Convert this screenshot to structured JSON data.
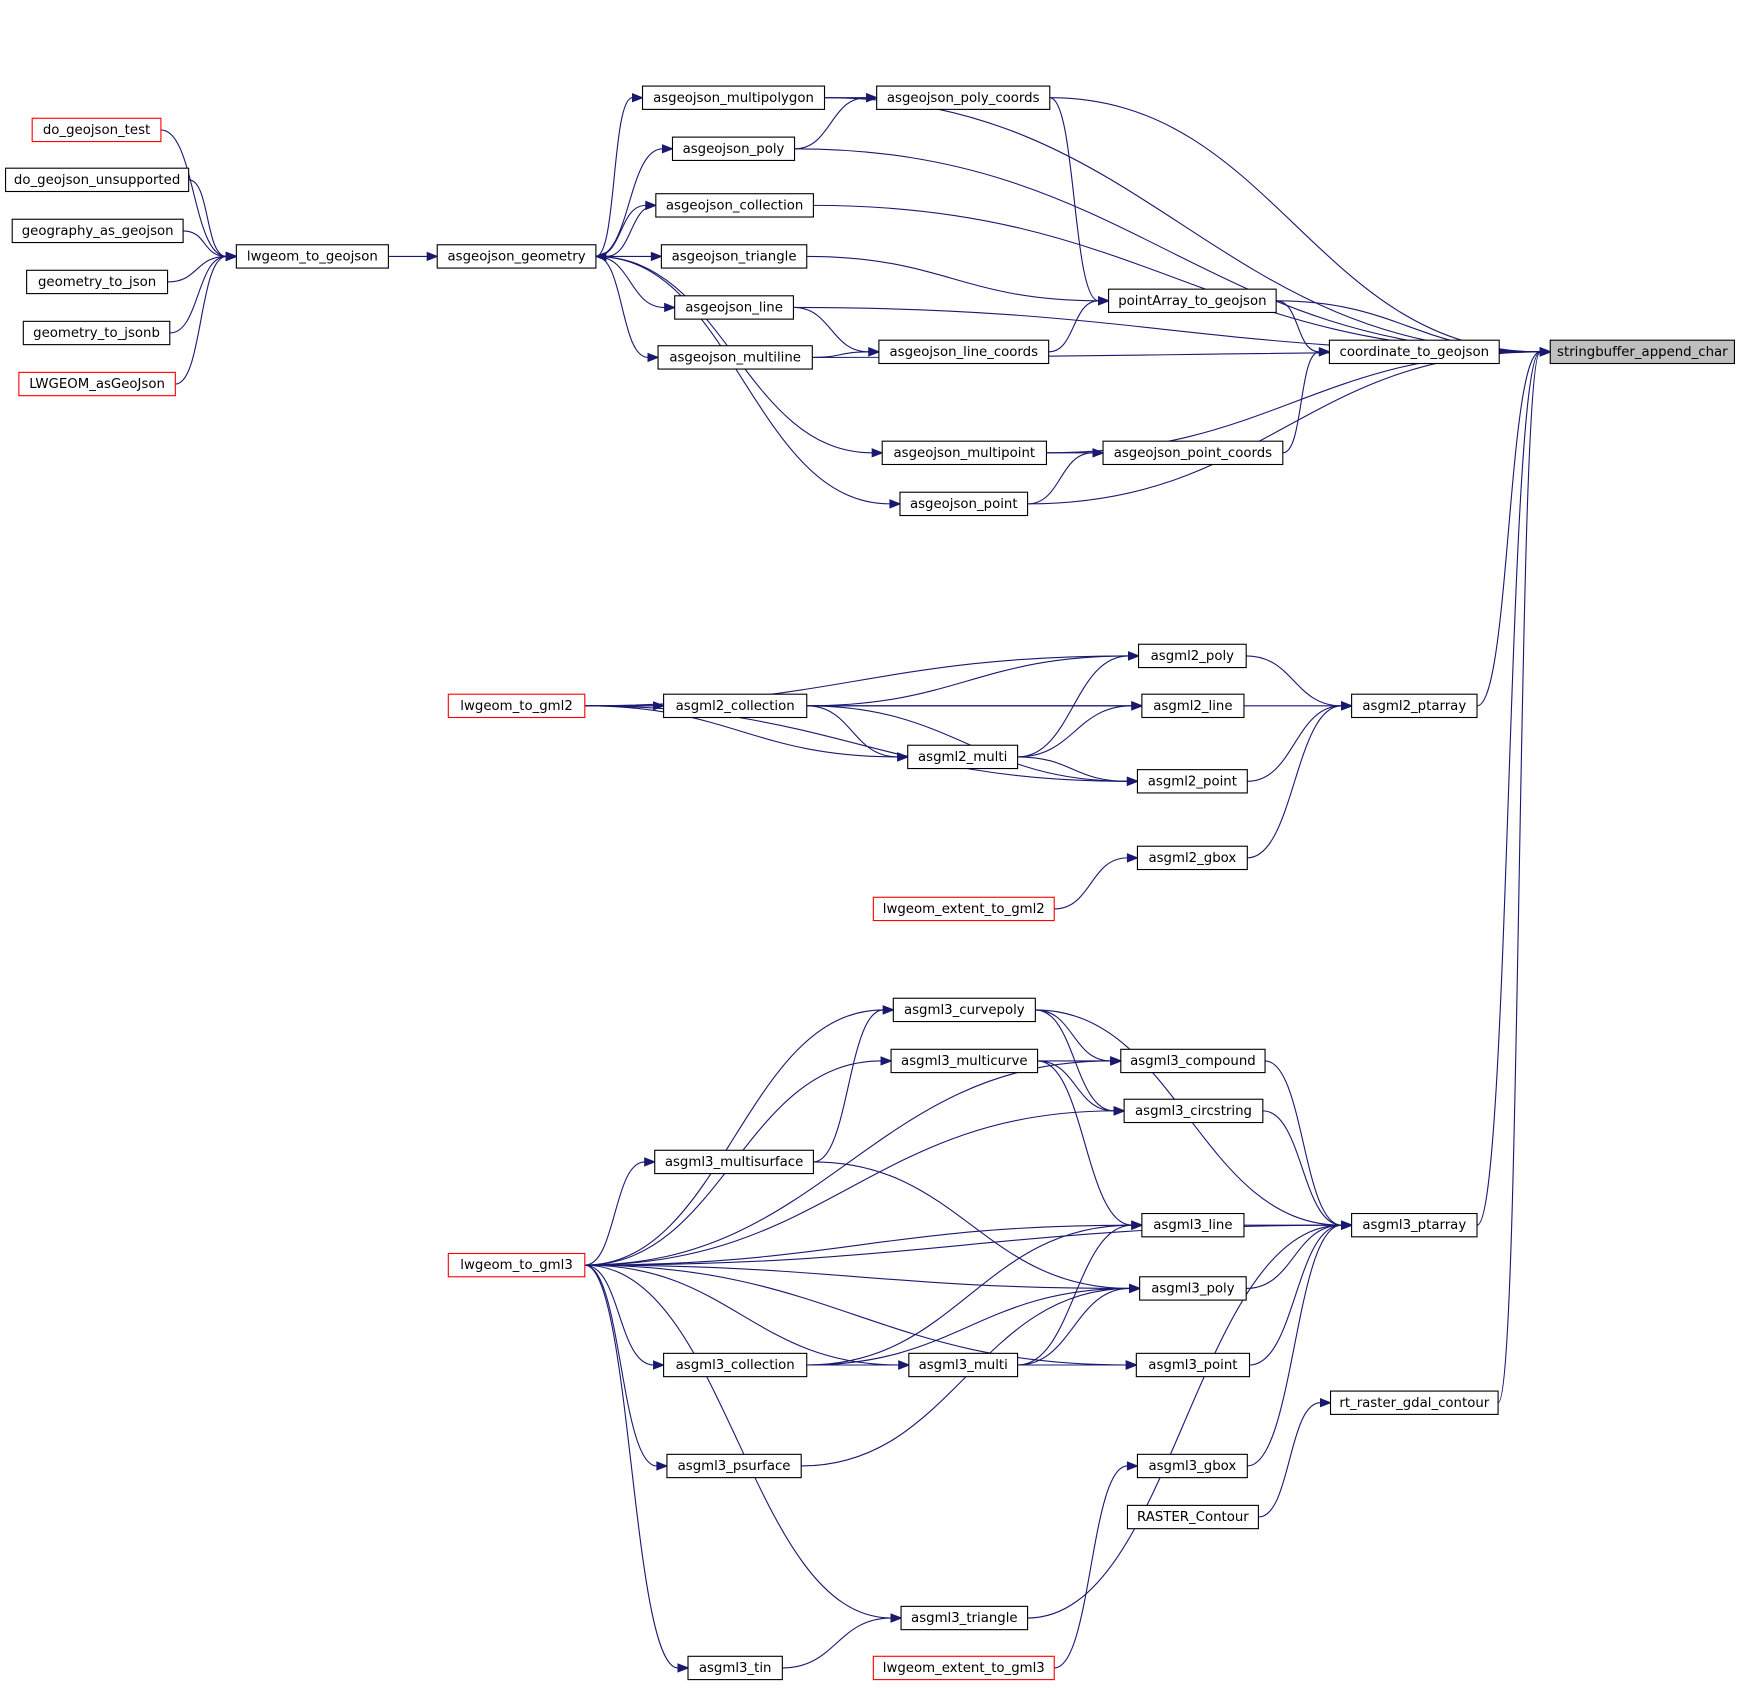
{
  "graph": {
    "type": "caller-graph",
    "edge_color": "#191970",
    "highlight_fill": "#bfbfbf",
    "truncated_border_color": "#ff0000"
  },
  "nodes": [
    {
      "id": "stringbuffer_append_char",
      "label": "stringbuffer_append_char",
      "highlight": true
    },
    {
      "id": "coordinate_to_geojson",
      "label": "coordinate_to_geojson"
    },
    {
      "id": "pointArray_to_geojson",
      "label": "pointArray_to_geojson"
    },
    {
      "id": "asgeojson_point_coords",
      "label": "asgeojson_point_coords"
    },
    {
      "id": "asgeojson_poly_coords",
      "label": "asgeojson_poly_coords"
    },
    {
      "id": "asgeojson_line_coords",
      "label": "asgeojson_line_coords"
    },
    {
      "id": "asgeojson_multipolygon",
      "label": "asgeojson_multipolygon"
    },
    {
      "id": "asgeojson_poly",
      "label": "asgeojson_poly"
    },
    {
      "id": "asgeojson_collection",
      "label": "asgeojson_collection"
    },
    {
      "id": "asgeojson_triangle",
      "label": "asgeojson_triangle"
    },
    {
      "id": "asgeojson_line",
      "label": "asgeojson_line"
    },
    {
      "id": "asgeojson_multiline",
      "label": "asgeojson_multiline"
    },
    {
      "id": "asgeojson_multipoint",
      "label": "asgeojson_multipoint"
    },
    {
      "id": "asgeojson_point",
      "label": "asgeojson_point"
    },
    {
      "id": "asgeojson_geometry",
      "label": "asgeojson_geometry"
    },
    {
      "id": "lwgeom_to_geojson",
      "label": "lwgeom_to_geojson"
    },
    {
      "id": "do_geojson_test",
      "label": "do_geojson_test",
      "truncated": true
    },
    {
      "id": "do_geojson_unsupported",
      "label": "do_geojson_unsupported"
    },
    {
      "id": "geography_as_geojson",
      "label": "geography_as_geojson"
    },
    {
      "id": "geometry_to_json",
      "label": "geometry_to_json"
    },
    {
      "id": "geometry_to_jsonb",
      "label": "geometry_to_jsonb"
    },
    {
      "id": "LWGEOM_asGeoJson",
      "label": "LWGEOM_asGeoJson",
      "truncated": true
    },
    {
      "id": "asgml2_poly",
      "label": "asgml2_poly"
    },
    {
      "id": "asgml2_line",
      "label": "asgml2_line"
    },
    {
      "id": "asgml2_ptarray",
      "label": "asgml2_ptarray"
    },
    {
      "id": "asgml2_collection",
      "label": "asgml2_collection"
    },
    {
      "id": "asgml2_multi",
      "label": "asgml2_multi"
    },
    {
      "id": "asgml2_point",
      "label": "asgml2_point"
    },
    {
      "id": "asgml2_gbox",
      "label": "asgml2_gbox"
    },
    {
      "id": "lwgeom_extent_to_gml2",
      "label": "lwgeom_extent_to_gml2",
      "truncated": true
    },
    {
      "id": "lwgeom_to_gml2",
      "label": "lwgeom_to_gml2",
      "truncated": true
    },
    {
      "id": "asgml3_curvepoly",
      "label": "asgml3_curvepoly"
    },
    {
      "id": "asgml3_multicurve",
      "label": "asgml3_multicurve"
    },
    {
      "id": "asgml3_compound",
      "label": "asgml3_compound"
    },
    {
      "id": "asgml3_circstring",
      "label": "asgml3_circstring"
    },
    {
      "id": "asgml3_multisurface",
      "label": "asgml3_multisurface"
    },
    {
      "id": "asgml3_line",
      "label": "asgml3_line"
    },
    {
      "id": "asgml3_ptarray",
      "label": "asgml3_ptarray"
    },
    {
      "id": "lwgeom_to_gml3",
      "label": "lwgeom_to_gml3",
      "truncated": true
    },
    {
      "id": "asgml3_poly",
      "label": "asgml3_poly"
    },
    {
      "id": "asgml3_collection",
      "label": "asgml3_collection"
    },
    {
      "id": "asgml3_multi",
      "label": "asgml3_multi"
    },
    {
      "id": "asgml3_point",
      "label": "asgml3_point"
    },
    {
      "id": "rt_raster_gdal_contour",
      "label": "rt_raster_gdal_contour"
    },
    {
      "id": "asgml3_psurface",
      "label": "asgml3_psurface"
    },
    {
      "id": "asgml3_gbox",
      "label": "asgml3_gbox"
    },
    {
      "id": "RASTER_Contour",
      "label": "RASTER_Contour"
    },
    {
      "id": "asgml3_triangle",
      "label": "asgml3_triangle"
    },
    {
      "id": "asgml3_tin",
      "label": "asgml3_tin"
    },
    {
      "id": "lwgeom_extent_to_gml3",
      "label": "lwgeom_extent_to_gml3",
      "truncated": true
    }
  ],
  "edges": [
    [
      "do_geojson_test",
      "lwgeom_to_geojson"
    ],
    [
      "do_geojson_unsupported",
      "lwgeom_to_geojson"
    ],
    [
      "geography_as_geojson",
      "lwgeom_to_geojson"
    ],
    [
      "geometry_to_json",
      "lwgeom_to_geojson"
    ],
    [
      "geometry_to_jsonb",
      "lwgeom_to_geojson"
    ],
    [
      "LWGEOM_asGeoJson",
      "lwgeom_to_geojson"
    ],
    [
      "lwgeom_to_geojson",
      "asgeojson_geometry"
    ],
    [
      "asgeojson_geometry",
      "asgeojson_multipolygon"
    ],
    [
      "asgeojson_geometry",
      "asgeojson_poly"
    ],
    [
      "asgeojson_geometry",
      "asgeojson_collection"
    ],
    [
      "asgeojson_geometry",
      "asgeojson_triangle"
    ],
    [
      "asgeojson_geometry",
      "asgeojson_line"
    ],
    [
      "asgeojson_geometry",
      "asgeojson_multiline"
    ],
    [
      "asgeojson_geometry",
      "asgeojson_multipoint"
    ],
    [
      "asgeojson_geometry",
      "asgeojson_point"
    ],
    [
      "asgeojson_collection",
      "asgeojson_geometry"
    ],
    [
      "asgeojson_multipolygon",
      "asgeojson_poly_coords"
    ],
    [
      "asgeojson_poly",
      "asgeojson_poly_coords"
    ],
    [
      "asgeojson_line",
      "asgeojson_line_coords"
    ],
    [
      "asgeojson_multiline",
      "asgeojson_line_coords"
    ],
    [
      "asgeojson_multipoint",
      "asgeojson_point_coords"
    ],
    [
      "asgeojson_point",
      "asgeojson_point_coords"
    ],
    [
      "asgeojson_poly_coords",
      "pointArray_to_geojson"
    ],
    [
      "asgeojson_triangle",
      "pointArray_to_geojson"
    ],
    [
      "asgeojson_line_coords",
      "pointArray_to_geojson"
    ],
    [
      "pointArray_to_geojson",
      "coordinate_to_geojson"
    ],
    [
      "asgeojson_point_coords",
      "coordinate_to_geojson"
    ],
    [
      "coordinate_to_geojson",
      "stringbuffer_append_char"
    ],
    [
      "pointArray_to_geojson",
      "stringbuffer_append_char"
    ],
    [
      "asgeojson_multipolygon",
      "stringbuffer_append_char"
    ],
    [
      "asgeojson_poly_coords",
      "stringbuffer_append_char"
    ],
    [
      "asgeojson_poly",
      "stringbuffer_append_char"
    ],
    [
      "asgeojson_collection",
      "stringbuffer_append_char"
    ],
    [
      "asgeojson_line",
      "stringbuffer_append_char"
    ],
    [
      "asgeojson_multiline",
      "stringbuffer_append_char"
    ],
    [
      "asgeojson_multipoint",
      "stringbuffer_append_char"
    ],
    [
      "asgeojson_point",
      "stringbuffer_append_char"
    ],
    [
      "lwgeom_to_gml2",
      "asgml2_collection"
    ],
    [
      "lwgeom_to_gml2",
      "asgml2_poly"
    ],
    [
      "lwgeom_to_gml2",
      "asgml2_line"
    ],
    [
      "lwgeom_to_gml2",
      "asgml2_multi"
    ],
    [
      "lwgeom_to_gml2",
      "asgml2_point"
    ],
    [
      "asgml2_collection",
      "asgml2_poly"
    ],
    [
      "asgml2_collection",
      "asgml2_line"
    ],
    [
      "asgml2_collection",
      "asgml2_multi"
    ],
    [
      "asgml2_collection",
      "asgml2_point"
    ],
    [
      "asgml2_multi",
      "asgml2_poly"
    ],
    [
      "asgml2_multi",
      "asgml2_line"
    ],
    [
      "asgml2_multi",
      "asgml2_point"
    ],
    [
      "asgml2_poly",
      "asgml2_ptarray"
    ],
    [
      "asgml2_line",
      "asgml2_ptarray"
    ],
    [
      "asgml2_point",
      "asgml2_ptarray"
    ],
    [
      "asgml2_gbox",
      "asgml2_ptarray"
    ],
    [
      "lwgeom_extent_to_gml2",
      "asgml2_gbox"
    ],
    [
      "asgml2_ptarray",
      "stringbuffer_append_char"
    ],
    [
      "lwgeom_to_gml3",
      "asgml3_curvepoly"
    ],
    [
      "lwgeom_to_gml3",
      "asgml3_multicurve"
    ],
    [
      "lwgeom_to_gml3",
      "asgml3_compound"
    ],
    [
      "lwgeom_to_gml3",
      "asgml3_circstring"
    ],
    [
      "lwgeom_to_gml3",
      "asgml3_multisurface"
    ],
    [
      "lwgeom_to_gml3",
      "asgml3_line"
    ],
    [
      "lwgeom_to_gml3",
      "asgml3_poly"
    ],
    [
      "lwgeom_to_gml3",
      "asgml3_collection"
    ],
    [
      "lwgeom_to_gml3",
      "asgml3_multi"
    ],
    [
      "lwgeom_to_gml3",
      "asgml3_psurface"
    ],
    [
      "lwgeom_to_gml3",
      "asgml3_point"
    ],
    [
      "lwgeom_to_gml3",
      "asgml3_triangle"
    ],
    [
      "lwgeom_to_gml3",
      "asgml3_tin"
    ],
    [
      "lwgeom_to_gml3",
      "asgml3_ptarray"
    ],
    [
      "asgml3_multisurface",
      "asgml3_curvepoly"
    ],
    [
      "asgml3_curvepoly",
      "asgml3_compound"
    ],
    [
      "asgml3_multicurve",
      "asgml3_compound"
    ],
    [
      "asgml3_curvepoly",
      "asgml3_circstring"
    ],
    [
      "asgml3_multicurve",
      "asgml3_circstring"
    ],
    [
      "asgml3_multicurve",
      "asgml3_line"
    ],
    [
      "asgml3_multisurface",
      "asgml3_poly"
    ],
    [
      "asgml3_collection",
      "asgml3_line"
    ],
    [
      "asgml3_collection",
      "asgml3_poly"
    ],
    [
      "asgml3_collection",
      "asgml3_multi"
    ],
    [
      "asgml3_collection",
      "asgml3_point"
    ],
    [
      "asgml3_multi",
      "asgml3_line"
    ],
    [
      "asgml3_multi",
      "asgml3_poly"
    ],
    [
      "asgml3_multi",
      "asgml3_point"
    ],
    [
      "asgml3_psurface",
      "asgml3_poly"
    ],
    [
      "asgml3_tin",
      "asgml3_triangle"
    ],
    [
      "asgml3_triangle",
      "asgml3_ptarray"
    ],
    [
      "lwgeom_extent_to_gml3",
      "asgml3_gbox"
    ],
    [
      "asgml3_compound",
      "asgml3_ptarray"
    ],
    [
      "asgml3_circstring",
      "asgml3_ptarray"
    ],
    [
      "asgml3_line",
      "asgml3_ptarray"
    ],
    [
      "asgml3_poly",
      "asgml3_ptarray"
    ],
    [
      "asgml3_point",
      "asgml3_ptarray"
    ],
    [
      "asgml3_gbox",
      "asgml3_ptarray"
    ],
    [
      "asgml3_curvepoly",
      "asgml3_ptarray"
    ],
    [
      "asgml3_ptarray",
      "stringbuffer_append_char"
    ],
    [
      "rt_raster_gdal_contour",
      "stringbuffer_append_char"
    ],
    [
      "RASTER_Contour",
      "rt_raster_gdal_contour"
    ]
  ]
}
